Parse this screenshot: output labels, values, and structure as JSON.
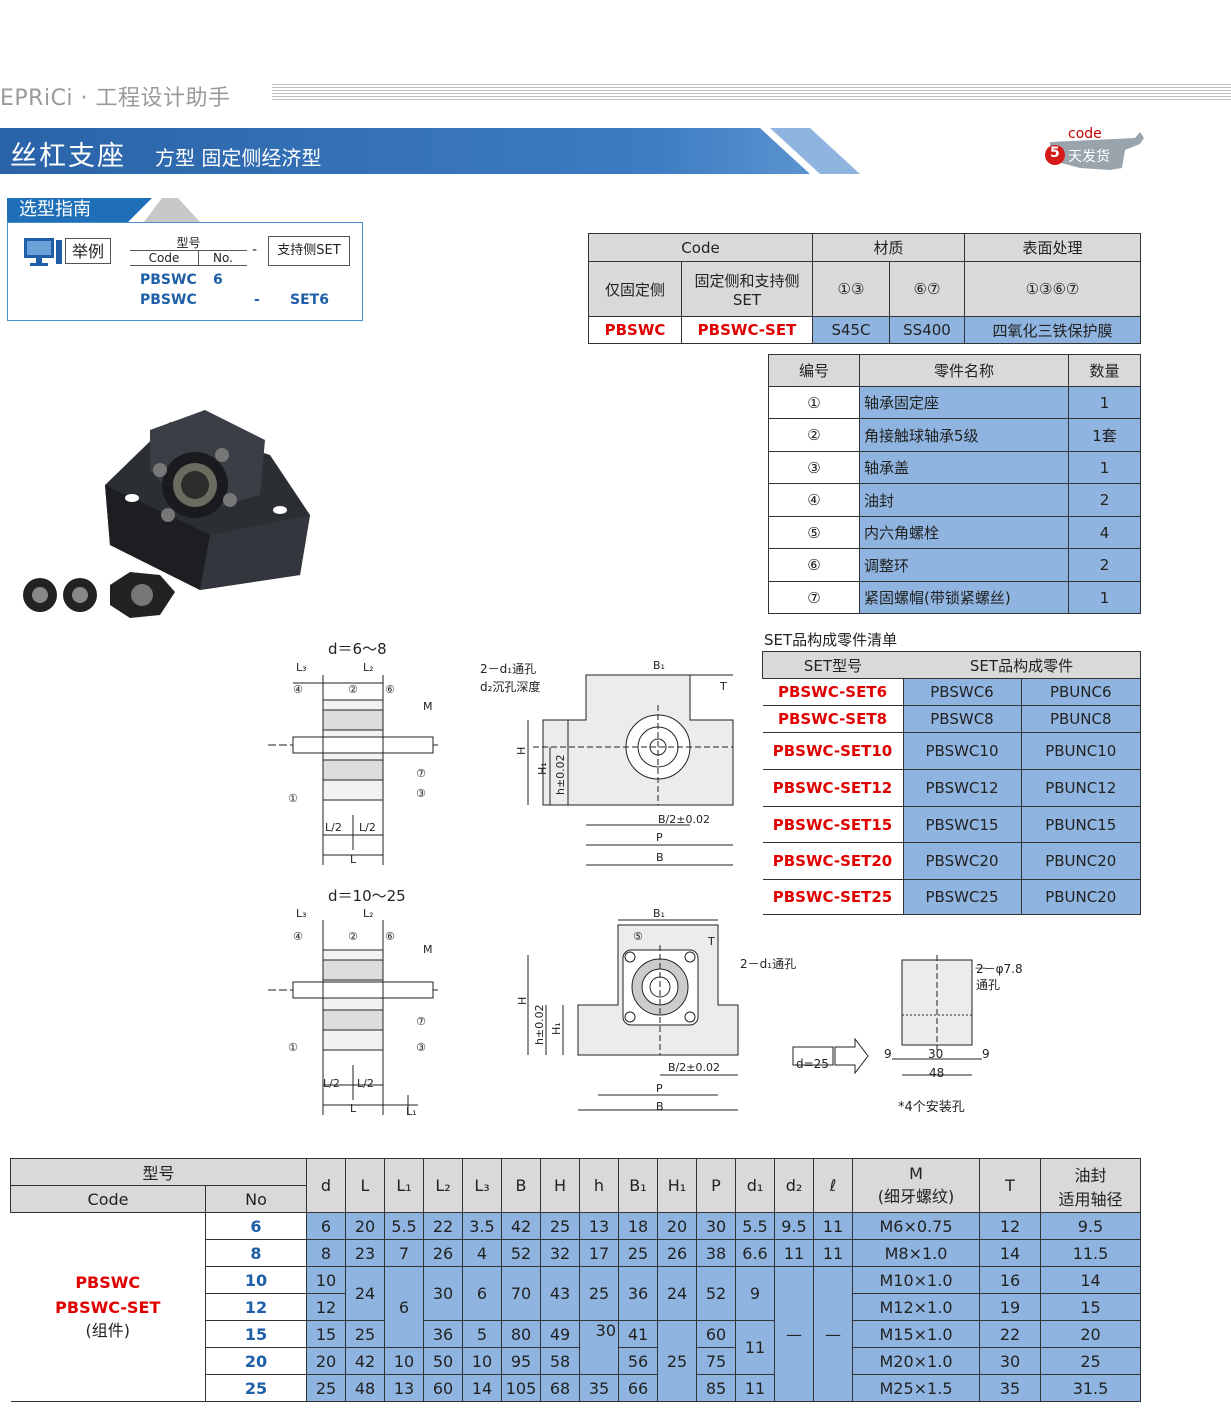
{
  "header": {
    "brand": "EPRiCi  · 工程设计助手",
    "title": "丝杠支座",
    "subtitle": "方型  固定侧经济型",
    "badge_code": "code",
    "badge_days": "5",
    "badge_text": "天发货"
  },
  "guide": {
    "tab": "选型指南",
    "example_label": "举例",
    "model_label": "型号",
    "code_label": "Code",
    "no_label": "No.",
    "dash": "-",
    "set_label": "支持侧SET",
    "row1_code": "PBSWC",
    "row1_no": "6",
    "row2_code": "PBSWC",
    "row2_dash": "-",
    "row2_set": "SET6"
  },
  "material_table": {
    "h_code": "Code",
    "h_material": "材质",
    "h_surface": "表面处理",
    "sub_fixed": "仅固定侧",
    "sub_fixed_support": "固定侧和支持侧SET",
    "sub_m1": "①③",
    "sub_m2": "⑥⑦",
    "sub_s": "①③⑥⑦",
    "v_code1": "PBSWC",
    "v_code2": "PBSWC-SET",
    "v_m1": "S45C",
    "v_m2": "SS400",
    "v_s": "四氧化三铁保护膜"
  },
  "parts_table": {
    "h_no": "编号",
    "h_name": "零件名称",
    "h_qty": "数量",
    "rows": [
      {
        "no": "①",
        "name": "轴承固定座",
        "qty": "1"
      },
      {
        "no": "②",
        "name": "角接触球轴承5级",
        "qty": "1套"
      },
      {
        "no": "③",
        "name": "轴承盖",
        "qty": "1"
      },
      {
        "no": "④",
        "name": "油封",
        "qty": "2"
      },
      {
        "no": "⑤",
        "name": "内六角螺栓",
        "qty": "4"
      },
      {
        "no": "⑥",
        "name": "调整环",
        "qty": "2"
      },
      {
        "no": "⑦",
        "name": "紧固螺帽(带锁紧螺丝)",
        "qty": "1"
      }
    ]
  },
  "set_table": {
    "caption": "SET品构成零件清单",
    "h_model": "SET型号",
    "h_parts": "SET品构成零件",
    "rows": [
      {
        "model": "PBSWC-SET6",
        "a": "PBSWC6",
        "b": "PBUNC6"
      },
      {
        "model": "PBSWC-SET8",
        "a": "PBSWC8",
        "b": "PBUNC8"
      },
      {
        "model": "PBSWC-SET10",
        "a": "PBSWC10",
        "b": "PBUNC10"
      },
      {
        "model": "PBSWC-SET12",
        "a": "PBSWC12",
        "b": "PBUNC12"
      },
      {
        "model": "PBSWC-SET15",
        "a": "PBSWC15",
        "b": "PBUNC15"
      },
      {
        "model": "PBSWC-SET20",
        "a": "PBSWC20",
        "b": "PBUNC20"
      },
      {
        "model": "PBSWC-SET25",
        "a": "PBSWC25",
        "b": "PBUNC20"
      }
    ]
  },
  "drawings": {
    "d_small": "d＝6～8",
    "d_large": "d＝10～25",
    "hole1": "2－d₁通孔",
    "hole2": "d₂沉孔深度",
    "hole3": "2－d₁通孔",
    "hole_small": "2－φ7.8",
    "hole_small2": "通孔",
    "d25": "d=25",
    "install": "*4个安装孔",
    "dim9a": "9",
    "dim30": "30",
    "dim9b": "9",
    "dim48": "48"
  },
  "dim_table": {
    "h_model": "型号",
    "h_code": "Code",
    "h_no": "No",
    "cols": [
      "d",
      "L",
      "L₁",
      "L₂",
      "L₃",
      "B",
      "H",
      "h",
      "B₁",
      "H₁",
      "P",
      "d₁",
      "d₂",
      "ℓ"
    ],
    "h_m": "M",
    "h_m2": "(细牙螺纹)",
    "h_t": "T",
    "h_seal": "油封",
    "h_seal2": "适用轴径",
    "code1": "PBSWC",
    "code2": "PBSWC-SET",
    "code3": "(组件)",
    "rows": [
      {
        "no": "6",
        "d": "6",
        "L": "20",
        "L1": "5.5",
        "L2": "22",
        "L3": "3.5",
        "B": "42",
        "H": "25",
        "h": "13",
        "B1": "18",
        "H1": "20",
        "P": "30",
        "d1": "5.5",
        "d2": "9.5",
        "l": "11",
        "M": "M6×0.75",
        "T": "12",
        "seal": "9.5"
      },
      {
        "no": "8",
        "d": "8",
        "L": "23",
        "L1": "7",
        "L2": "26",
        "L3": "4",
        "B": "52",
        "H": "32",
        "h": "17",
        "B1": "25",
        "H1": "26",
        "P": "38",
        "d1": "6.6",
        "d2": "11",
        "l": "11",
        "M": "M8×1.0",
        "T": "14",
        "seal": "11.5"
      },
      {
        "no": "10",
        "d": "10",
        "L": "24",
        "L1": "6",
        "L2": "30",
        "L3": "6",
        "B": "70",
        "H": "43",
        "h": "25",
        "B1": "36",
        "H1": "24",
        "P": "52",
        "d1": "9",
        "d2": "—",
        "l": "—",
        "M": "M10×1.0",
        "T": "16",
        "seal": "14"
      },
      {
        "no": "12",
        "d": "12",
        "M": "M12×1.0",
        "T": "19",
        "seal": "15"
      },
      {
        "no": "15",
        "d": "15",
        "L": "25",
        "L2": "36",
        "L3": "5",
        "B": "80",
        "H": "49",
        "h": "30",
        "B1": "41",
        "H1": "25",
        "P": "60",
        "d1": "11",
        "M": "M15×1.0",
        "T": "22",
        "seal": "20"
      },
      {
        "no": "20",
        "d": "20",
        "L": "42",
        "L1": "10",
        "L2": "50",
        "L3": "10",
        "B": "95",
        "H": "58",
        "B1": "56",
        "P": "75",
        "M": "M20×1.0",
        "T": "30",
        "seal": "25"
      },
      {
        "no": "25",
        "d": "25",
        "L": "48",
        "L1": "13",
        "L2": "60",
        "L3": "14",
        "B": "105",
        "H": "68",
        "h": "35",
        "B1": "66",
        "P": "85",
        "d1": "11",
        "M": "M25×1.5",
        "T": "35",
        "seal": "31.5"
      }
    ]
  },
  "colors": {
    "accent_blue": "#8fb4e0",
    "title_blue": "#2f6fb4",
    "red": "#e00000"
  }
}
